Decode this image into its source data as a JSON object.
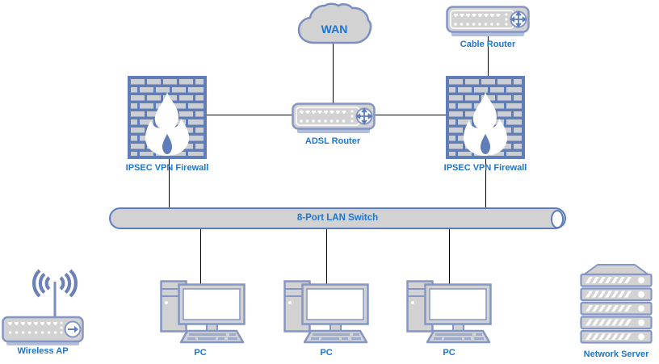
{
  "diagram_type": "network-topology",
  "nodes": {
    "wan": {
      "label": "WAN",
      "icon": "cloud-icon"
    },
    "cable_router": {
      "label": "Cable Router",
      "icon": "router-icon"
    },
    "adsl_router": {
      "label": "ADSL Router",
      "icon": "router-icon"
    },
    "firewall_left": {
      "label": "IPSEC VPN Firewall",
      "icon": "firewall-brick-flame-icon"
    },
    "firewall_right": {
      "label": "IPSEC VPN Firewall",
      "icon": "firewall-brick-flame-icon"
    },
    "lan_switch": {
      "label": "8-Port LAN Switch",
      "icon": "switch-cylinder-icon"
    },
    "wireless_ap": {
      "label": "Wireless AP",
      "icon": "access-point-antenna-icon"
    },
    "pc1": {
      "label": "PC",
      "icon": "desktop-computer-icon"
    },
    "pc2": {
      "label": "PC",
      "icon": "desktop-computer-icon"
    },
    "pc3": {
      "label": "PC",
      "icon": "desktop-computer-icon"
    },
    "network_server": {
      "label": "Network Server",
      "icon": "rack-server-icon"
    }
  },
  "connections": [
    {
      "from": "wan",
      "to": "adsl_router"
    },
    {
      "from": "cable_router",
      "to": "firewall_right"
    },
    {
      "from": "firewall_left",
      "to": "adsl_router"
    },
    {
      "from": "adsl_router",
      "to": "firewall_right"
    },
    {
      "from": "firewall_left",
      "to": "lan_switch"
    },
    {
      "from": "firewall_right",
      "to": "lan_switch"
    },
    {
      "from": "lan_switch",
      "to": "pc1"
    },
    {
      "from": "lan_switch",
      "to": "pc2"
    },
    {
      "from": "lan_switch",
      "to": "pc3"
    }
  ],
  "colors": {
    "label_text": "#1b76d2",
    "device_fill": "#d2d2d2",
    "device_stroke": "#8396c5",
    "firewall_fill": "#5f7db9",
    "brick_fill": "#cbced3",
    "connector_line": "#000000",
    "base_fill": "#b3bfd9",
    "screen_fill": "#ffffff"
  }
}
